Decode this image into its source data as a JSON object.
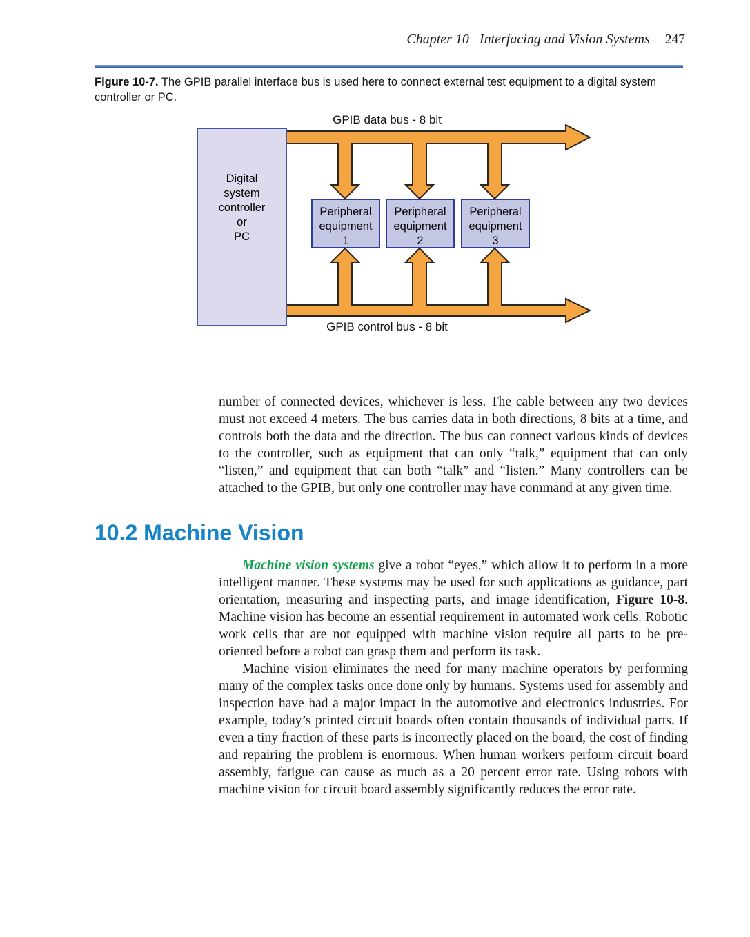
{
  "page": {
    "header": {
      "chapter": "Chapter 10",
      "title": "Interfacing and Vision Systems",
      "page_number": "247"
    },
    "figure": {
      "caption_label": "Figure 10-7.",
      "caption_text": " The GPIB parallel interface bus is used here to connect external test equipment to a digital system controller or PC.",
      "diagram": {
        "data_bus_label": "GPIB data bus - 8 bit",
        "control_bus_label": "GPIB control bus - 8 bit",
        "controller": {
          "l1": "Digital",
          "l2": "system",
          "l3": "controller",
          "l4": "or",
          "l5": "PC"
        },
        "peripherals": [
          {
            "l1": "Peripheral",
            "l2": "equipment",
            "l3": "1"
          },
          {
            "l1": "Peripheral",
            "l2": "equipment",
            "l3": "2"
          },
          {
            "l1": "Peripheral",
            "l2": "equipment",
            "l3": "3"
          }
        ],
        "colors": {
          "arrow_fill": "#f4a440",
          "arrow_outline": "#2b2722",
          "controller_fill": "#dddaed",
          "controller_border": "#4156a6",
          "peripheral_fill": "#c4c7e4",
          "peripheral_border": "#2c3c97"
        }
      }
    },
    "section_heading": "10.2 Machine Vision",
    "paragraphs": {
      "p1": {
        "text": "number of connected devices, whichever is less. The cable between any two devices must not exceed 4 meters. The bus carries data in both directions, 8 bits at a time, and controls both the data and the direction. The bus can connect various kinds of devices to the controller, such as equipment that can only “talk,” equipment that can only “listen,” and equipment that can both “talk” and “listen.” Many controllers can be attached to the GPIB, but only one controller may have command at any given time."
      },
      "p2": {
        "s0": "Machine vision systems",
        "s1": " give a robot “eyes,” which allow it to perform in a more intelligent manner. These systems may be used for such applications as guidance, part orientation, measuring and inspecting parts, and image identification, ",
        "s2": "Figure 10-8",
        "s3": ". Machine vision has become an essential requirement in automated work cells. Robotic work cells that are not equipped with machine vision require all parts to be pre-oriented before a robot can grasp them and perform its task."
      },
      "p3": {
        "text": "Machine vision eliminates the need for many machine operators by performing many of the complex tasks once done only by humans. Systems used for assembly and inspection have had a major impact in the automotive and electronics industries. For example, today’s printed circuit boards often contain thousands of individual parts. If even a tiny fraction of these parts is incorrectly placed on the board, the cost of finding and repairing the problem is enormous. When human workers perform circuit board assembly, fatigue can cause as much as a 20 percent error rate. Using robots with machine vision for circuit board assembly significantly reduces the error rate."
      }
    },
    "colors": {
      "heading_blue": "#1583c5",
      "term_green": "#13a24f",
      "rule_blue": "#2e5fa9"
    }
  }
}
